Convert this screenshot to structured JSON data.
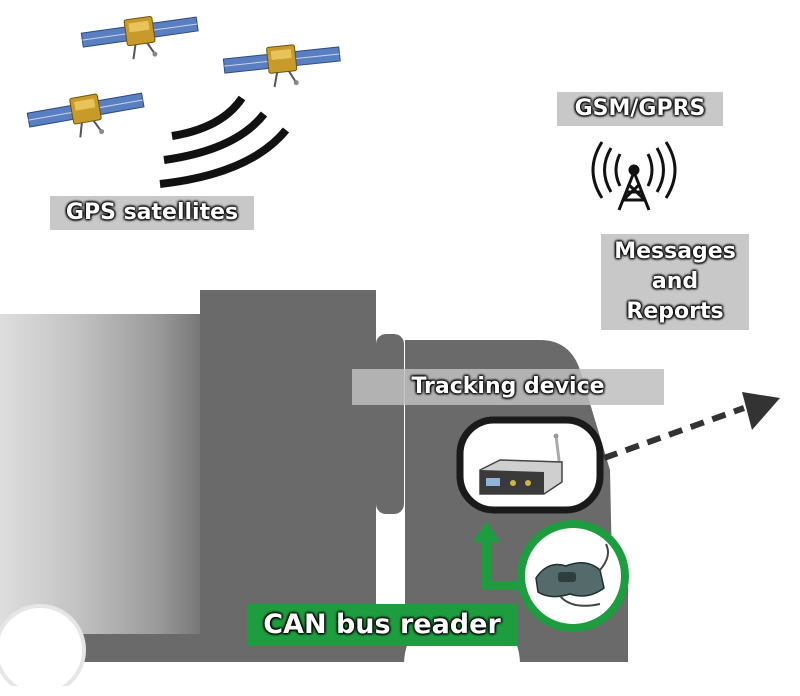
{
  "labels": {
    "gps": "GPS satellites",
    "gsm": "GSM/GPRS",
    "messages_line1": "Messages",
    "messages_line2": "and",
    "messages_line3": "Reports",
    "tracking": "Tracking device",
    "can": "CAN bus reader"
  },
  "icons": {
    "satellite": "satellite-icon",
    "signal": "signal-waves-icon",
    "tower": "cell-tower-icon",
    "device": "tracking-device-icon",
    "reader": "can-reader-icon"
  },
  "colors": {
    "truck": "#6a6a6a",
    "accent_green": "#1e9d40",
    "label_gray": "#bebebe",
    "arrow": "#333333"
  }
}
